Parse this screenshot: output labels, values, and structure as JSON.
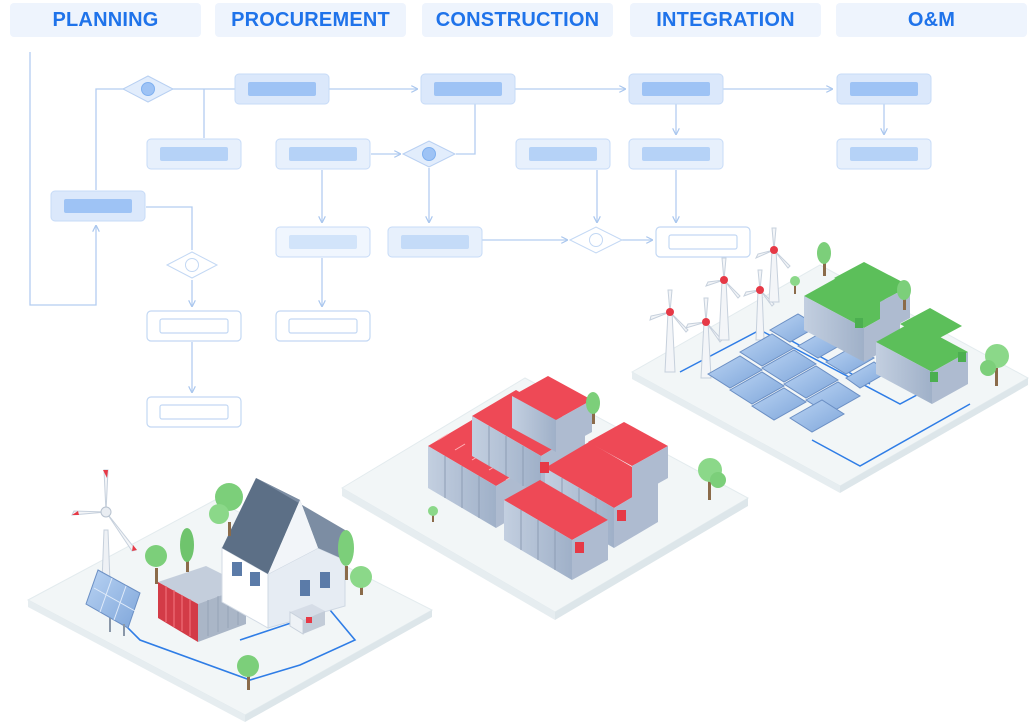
{
  "phases": [
    {
      "label": "PLANNING"
    },
    {
      "label": "PROCUREMENT"
    },
    {
      "label": "CONSTRUCTION"
    },
    {
      "label": "INTEGRATION"
    },
    {
      "label": "O&M"
    }
  ],
  "colors": {
    "accent": "#1f73ea",
    "tab_bg": "#eef4fd",
    "node_fill": "#dbe8fb",
    "node_bar": "#9ec3f5",
    "node_outline": "#b8d0f2",
    "battery_red": "#e63946",
    "battery_green": "#4caf50",
    "ground": "#f3f6f8",
    "tree": "#7ccf7a",
    "roof": "#5c6f86"
  },
  "scenes": [
    {
      "name": "residential-microgrid"
    },
    {
      "name": "battery-storage-farm"
    },
    {
      "name": "hybrid-wind-solar-storage"
    }
  ]
}
